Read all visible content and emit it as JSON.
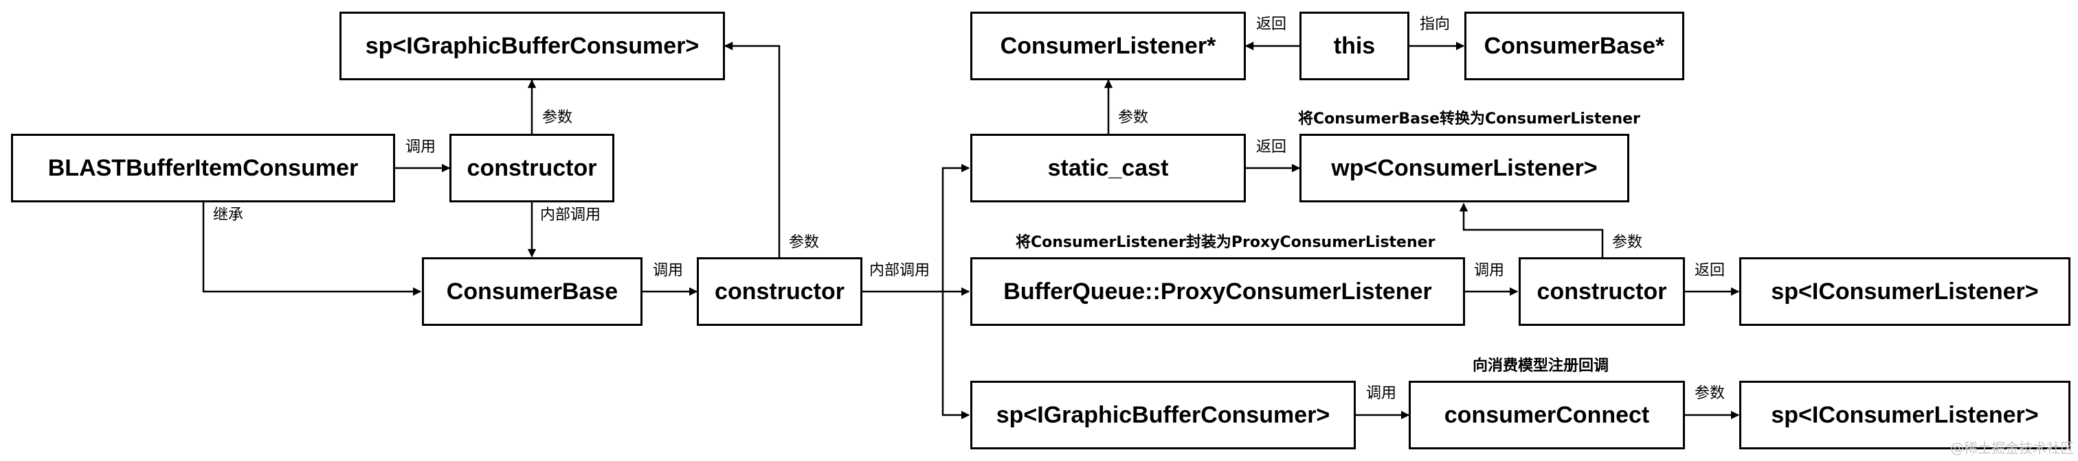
{
  "nodes": {
    "blast": "BLASTBufferItemConsumer",
    "ctor1": "constructor",
    "spigbc_top": "sp<IGraphicBufferConsumer>",
    "consumerbase": "ConsumerBase",
    "ctor2": "constructor",
    "consumerlistener": "ConsumerListener*",
    "this": "this",
    "consumerbase_ptr": "ConsumerBase*",
    "static_cast": "static_cast",
    "wp_listener": "wp<ConsumerListener>",
    "proxy": "BufferQueue::ProxyConsumerListener",
    "ctor3": "constructor",
    "sp_icl_mid": "sp<IConsumerListener>",
    "spigbc_bottom": "sp<IGraphicBufferConsumer>",
    "consumer_connect": "consumerConnect",
    "sp_icl_bottom": "sp<IConsumerListener>"
  },
  "labels": {
    "call_blast_ctor1": "调用",
    "param_ctor1_spigbc": "参数",
    "internal_ctor1_cb": "内部调用",
    "inherit": "继承",
    "call_cb_ctor2": "调用",
    "param_ctor2_spigbc": "参数",
    "internal_ctor2": "内部调用",
    "return_this": "返回",
    "points_to": "指向",
    "param_static_cast": "参数",
    "return_static_cast": "返回",
    "note_cast": "将ConsumerBase转换为ConsumerListener",
    "note_wrap": "将ConsumerListener封装为ProxyConsumerListener",
    "call_proxy_ctor3": "调用",
    "param_ctor3": "参数",
    "return_ctor3": "返回",
    "note_register": "向消费模型注册回调",
    "call_spigbc_connect": "调用",
    "param_connect": "参数"
  },
  "watermark": "@稀土掘金技术社区"
}
